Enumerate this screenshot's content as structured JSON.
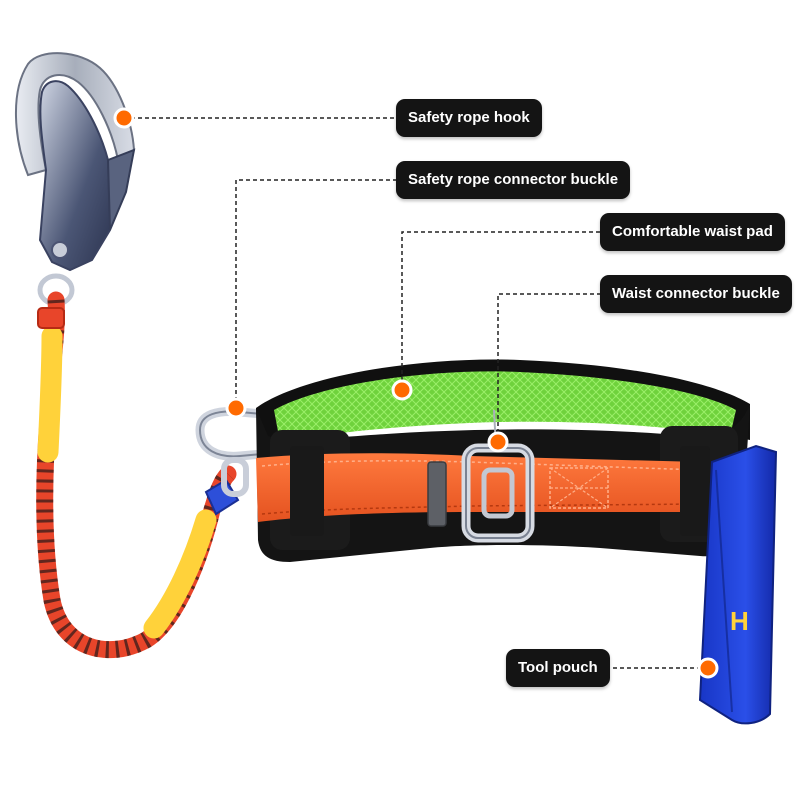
{
  "callouts": {
    "hook": "Safety rope hook",
    "connector_buckle": "Safety rope connector buckle",
    "waist_pad": "Comfortable waist pad",
    "waist_buckle": "Waist connector buckle",
    "tool_pouch": "Tool pouch"
  },
  "pouch_print": "H",
  "colors": {
    "accent": "#ff6a00",
    "label_bg": "#141414",
    "strap": "#f2642c",
    "pad_green": "#7ad94a",
    "pouch_blue": "#1f3fd6",
    "rope_red": "#e8452a",
    "rope_yellow": "#ffd23a"
  }
}
